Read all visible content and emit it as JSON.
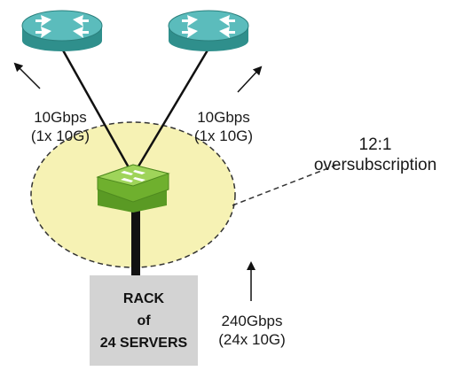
{
  "colors": {
    "router_body": "#2f8f8c",
    "router_top": "#5bbcbc",
    "switch_body": "#6fb02e",
    "switch_top": "#9fd45a",
    "zone_fill": "#f6f2b4",
    "rack_fill": "#d3d3d3"
  },
  "icons": {
    "router": "router-icon",
    "switch": "switch-icon",
    "arrow": "arrow-icon"
  },
  "uplink_left": {
    "speed": "10Gbps",
    "links": "(1x 10G)"
  },
  "uplink_right": {
    "speed": "10Gbps",
    "links": "(1x 10G)"
  },
  "oversubscription": {
    "ratio": "12:1",
    "text": "oversubscription"
  },
  "rack": {
    "line1": "RACK",
    "line2": "of",
    "line3": "24 SERVERS"
  },
  "downlink": {
    "speed": "240Gbps",
    "links": "(24x 10G)"
  }
}
